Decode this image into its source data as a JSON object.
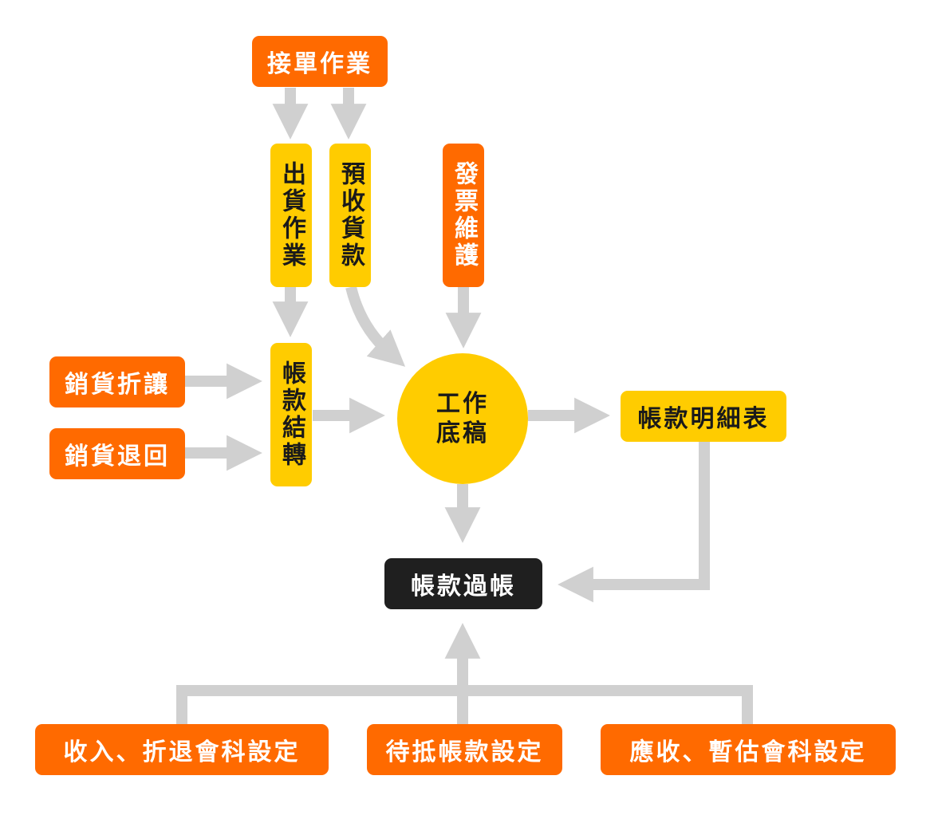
{
  "colors": {
    "orange": "#ff6a00",
    "yellow": "#ffcc00",
    "black": "#1f1f1f",
    "connector": "#d0d0d0"
  },
  "nodes": {
    "order_entry": "接單作業",
    "shipping": "出貨作業",
    "prepayment": "預收貨款",
    "invoice_maintenance": "發票維護",
    "sales_discount": "銷貨折讓",
    "sales_return": "銷貨退回",
    "account_transfer": "帳款結轉",
    "worksheet_line1": "工作",
    "worksheet_line2": "底稿",
    "account_detail": "帳款明細表",
    "account_posting": "帳款過帳",
    "income_setting": "收入、折退會科設定",
    "offset_setting": "待抵帳款設定",
    "receivable_setting": "應收、暫估會科設定"
  }
}
